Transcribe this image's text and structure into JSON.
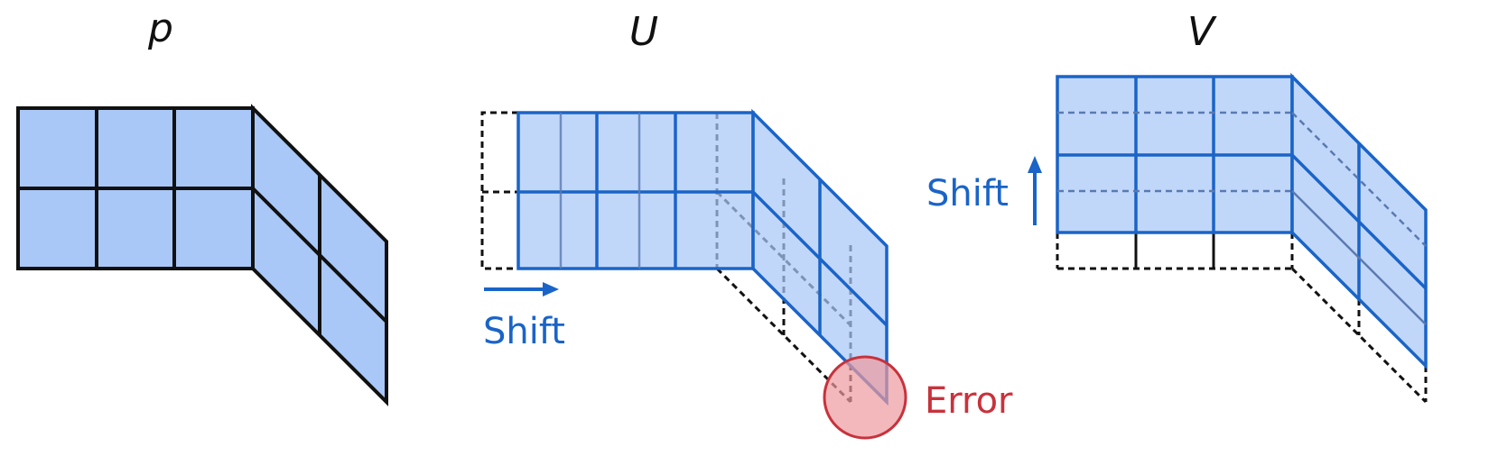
{
  "panels": {
    "p": {
      "title": "p"
    },
    "u": {
      "title": "U",
      "shift_label": "Shift",
      "error_label": "Error"
    },
    "v": {
      "title": "V",
      "shift_label": "Shift"
    }
  },
  "colors": {
    "cell_fill": "#a9c8f8",
    "cell_fill_light": "#bcd4f8",
    "grid_black": "#111111",
    "grid_blue": "#1a64c8",
    "accent_blue": "#1a64c8",
    "error_red": "#c8323c",
    "error_fill": "#ec9a9e"
  },
  "icons": [
    "shift-right-arrow-icon",
    "shift-up-arrow-icon",
    "error-circle-icon"
  ]
}
